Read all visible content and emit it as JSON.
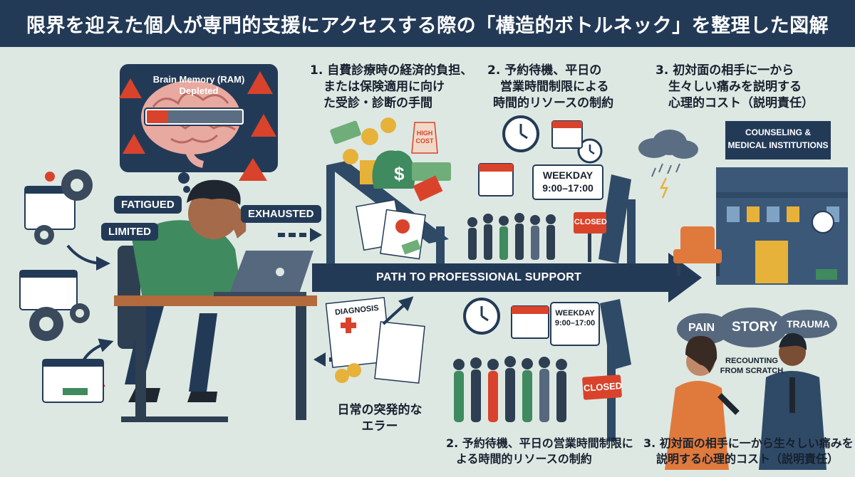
{
  "title": "限界を迎えた個人が専門的支援にアクセスする際の「構造的ボトルネック」を整理した図解",
  "brain": {
    "label_line1": "Brain Memory (RAM)",
    "label_line2": "Depleted"
  },
  "state_labels": {
    "fatigued": "FATIGUED",
    "limited": "LIMITED",
    "exhausted": "EXHAUSTED"
  },
  "errors_caption": {
    "line1": "日常の突発的な",
    "line2": "エラー"
  },
  "path_label": "PATH TO PROFESSIONAL SUPPORT",
  "bottleneck1": {
    "line1": "1. 自費診療時の経済的負担、",
    "line2": "または保険適用に向け",
    "line3": "た受診・診断の手間",
    "tag_high": "HIGH",
    "tag_cost": "COST",
    "diagnosis_label": "DIAGNOSIS"
  },
  "bottleneck2_top": {
    "line1": "2. 予約待機、平日の",
    "line2": "営業時間制限による",
    "line3": "時間的リソースの制約",
    "weekday": "WEEKDAY",
    "hours": "9:00–17:00",
    "closed": "CLOSED"
  },
  "bottleneck2_bottom": {
    "line1": "2. 予約待機、平日の営業時間制限に",
    "line2": "よる時間的リソースの制約",
    "weekday": "WEEKDAY",
    "hours": "9:00–17:00",
    "closed": "CLOSED"
  },
  "bottleneck3_top": {
    "line1": "3. 初対面の相手に一から",
    "line2": "生々しい痛みを説明する",
    "line3": "心理的コスト（説明責任）"
  },
  "institution": {
    "line1": "COUNSELING &",
    "line2": "MEDICAL INSTITUTIONS"
  },
  "story_clouds": {
    "pain": "PAIN",
    "story": "STORY",
    "trauma": "TRAUMA"
  },
  "recounting": {
    "line1": "RECOUNTING",
    "line2": "FROM SCRATCH"
  },
  "bottleneck3_bottom": {
    "line1": "3. 初対面の相手に一から生々しい痛みを",
    "line2": "説明する心理的コスト（説明責任）"
  },
  "colors": {
    "navy": "#233a57",
    "background": "#dde8e3",
    "warning": "#d9432c",
    "green": "#3f8a5e"
  }
}
